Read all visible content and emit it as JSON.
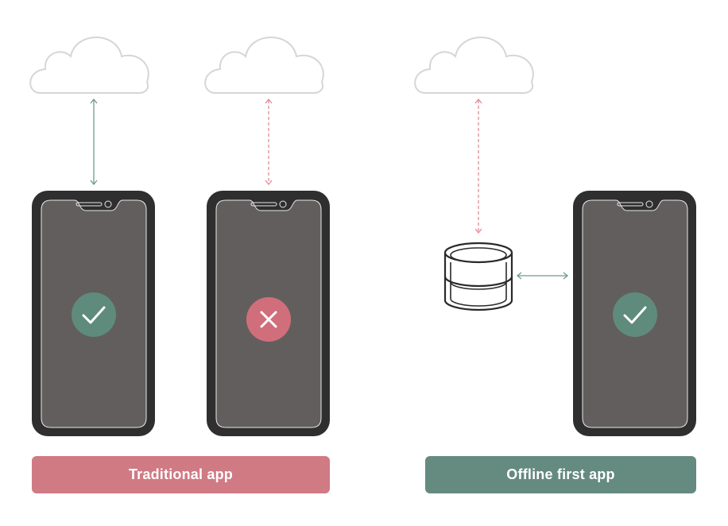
{
  "labels": {
    "traditional": "Traditional app",
    "offline_first": "Offline first app"
  },
  "colors": {
    "traditional_label": "#d07a84",
    "offline_label": "#658a7f",
    "success": "#5f8b7c",
    "error": "#d06f7b",
    "phone_frame": "#2f2f2f",
    "phone_screen": "#625e5e",
    "cloud_stroke": "#d6d6d6",
    "online_link": "#6f9a8c",
    "offline_link": "#e38a96",
    "database_stroke": "#2a2a2a"
  },
  "panels": [
    {
      "group": "traditional",
      "status": "success",
      "icon": "check-icon",
      "connection": "online"
    },
    {
      "group": "traditional",
      "status": "error",
      "icon": "close-icon",
      "connection": "offline"
    },
    {
      "group": "offline_first",
      "status": "success",
      "icon": "check-icon",
      "connection": "offline",
      "local_store": "database-icon"
    }
  ]
}
